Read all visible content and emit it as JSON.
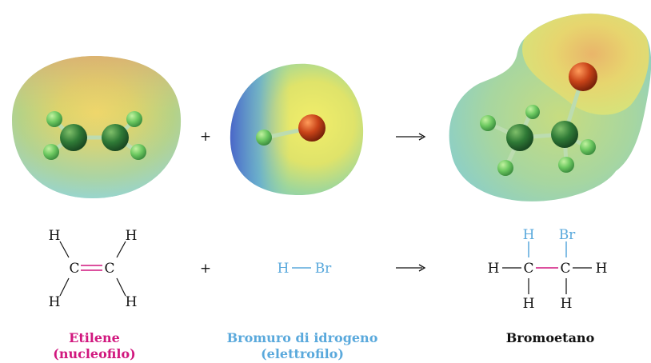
{
  "colors": {
    "nucleophile": "#d1177e",
    "electrophile": "#5aa9dc",
    "text": "#111111",
    "pink_bond": "#d1177e"
  },
  "icons": [
    "ethylene-map-icon",
    "hbr-map-icon",
    "bromoethane-map-icon"
  ],
  "operators": {
    "plus_top": "+",
    "plus_bottom": "+"
  },
  "ethylene": {
    "atoms": {
      "c1": "C",
      "c2": "C",
      "h1": "H",
      "h2": "H",
      "h3": "H",
      "h4": "H"
    },
    "name_line1": "Etilene",
    "name_line2": "(nucleofilo)"
  },
  "hbr": {
    "atoms": {
      "h": "H",
      "br": "Br"
    },
    "name_line1": "Bromuro di idrogeno",
    "name_line2": "(elettrofilo)"
  },
  "bromoethane": {
    "atoms": {
      "c1": "C",
      "c2": "C",
      "h_left": "H",
      "h_right": "H",
      "h_top1": "H",
      "br_top2": "Br",
      "h_bot1": "H",
      "h_bot2": "H"
    },
    "name": "Bromoetano"
  }
}
